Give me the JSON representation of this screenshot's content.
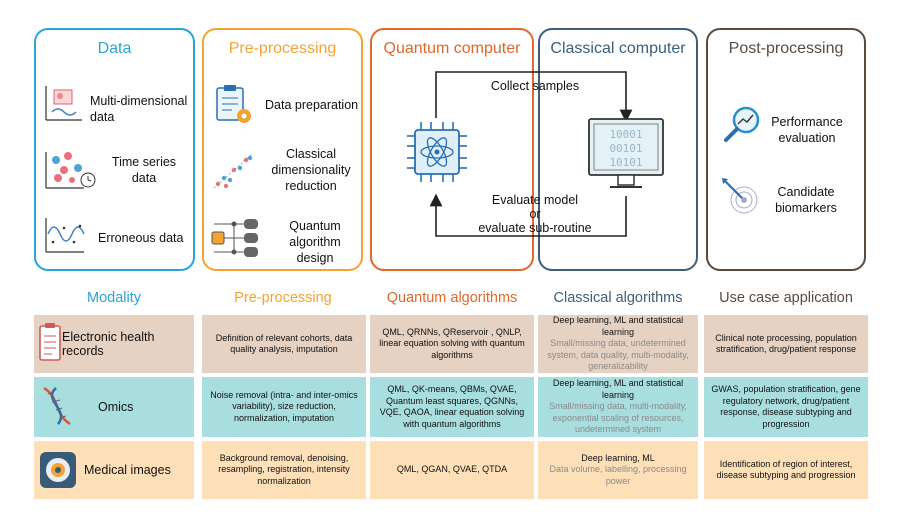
{
  "colors": {
    "data": "#2aa3d6",
    "preprocessing": "#f4a332",
    "quantum": "#e2672a",
    "classical": "#3d5f7a",
    "postprocessing": "#5b4a3f",
    "row_ehr": "#e6d2c2",
    "row_omics": "#a9dede",
    "row_images": "#fde0b8"
  },
  "panels": {
    "data": {
      "title": "Data",
      "items": [
        "Multi-dimensional data",
        "Time series data",
        "Erroneous data"
      ],
      "icons": [
        "chart-icon",
        "scatter-plot-icon",
        "waveform-icon"
      ]
    },
    "preprocessing": {
      "title": "Pre-processing",
      "items": [
        "Data preparation",
        "Classical dimensionality reduction",
        "Quantum algorithm design"
      ],
      "icons": [
        "clipboard-gear-icon",
        "scatter-line-icon",
        "circuit-design-icon"
      ]
    },
    "quantum": {
      "title": "Quantum computer",
      "icon": "quantum-chip-icon"
    },
    "classical": {
      "title": "Classical computer",
      "icon": "monitor-icon",
      "binary": [
        "10001",
        "00101",
        "10101"
      ]
    },
    "loop": {
      "top": "Collect samples",
      "bottom_1": "Evaluate model",
      "bottom_2": "or",
      "bottom_3": "evaluate sub-routine"
    },
    "postprocessing": {
      "title": "Post-processing",
      "items": [
        "Performance evaluation",
        "Candidate biomarkers"
      ],
      "icons": [
        "magnifier-chart-icon",
        "target-icon"
      ]
    }
  },
  "table": {
    "headers": [
      "Modality",
      "Pre-processing",
      "Quantum algorithms",
      "Classical algorithms",
      "Use case application"
    ],
    "rows": [
      {
        "modality": "Electronic health records",
        "icon": "health-record-icon",
        "preprocessing": "Definition of relevant cohorts, data quality analysis, imputation",
        "quantum": "QML, QRNNs, QReservoir , QNLP, linear equation solving with quantum algorithms",
        "classical_main": "Deep learning, ML and statistical learning",
        "classical_challenges": "Small/missing data, undetermined system, data quality, multi-modality, generalizability",
        "use_case": "Clinical note processing, population stratification, drug/patient response"
      },
      {
        "modality": "Omics",
        "icon": "dna-icon",
        "preprocessing": "Noise removal (intra- and inter-omics variability), size reduction, normalization, imputation",
        "quantum": "QML, QK-means, QBMs, QVAE, Quantum least squares, QGNNs, VQE, QAOA, linear equation solving with quantum algorithms",
        "classical_main": "Deep learning, ML and statistical learning",
        "classical_challenges": "Small/missing data, multi-modality, exponential scaling of resources, undetermined system",
        "use_case": "GWAS, population stratification, gene regulatory network, drug/patient response, disease subtyping and progression"
      },
      {
        "modality": "Medical images",
        "icon": "scanner-icon",
        "preprocessing": "Background removal, denoising, resampling, registration, intensity normalization",
        "quantum": "QML, QGAN, QVAE, QTDA",
        "classical_main": "Deep learning, ML",
        "classical_challenges": "Data volume, labelling, processing power",
        "use_case": "Identification of region of interest, disease subtyping and progression"
      }
    ]
  }
}
